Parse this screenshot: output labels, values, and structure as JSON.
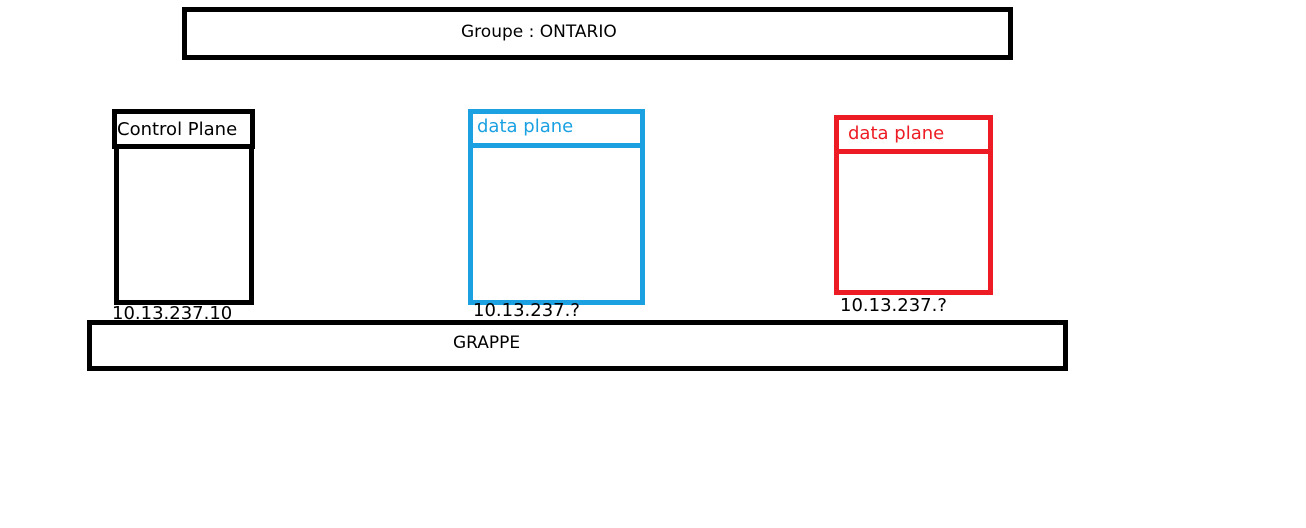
{
  "group": {
    "label": "Groupe : ONTARIO"
  },
  "nodes": [
    {
      "title": "Control Plane",
      "ip": "10.13.237.10",
      "color": "#000000"
    },
    {
      "title": "data plane",
      "ip": "10.13.237.?",
      "color": "#1ba1e2"
    },
    {
      "title": "data plane",
      "ip": "10.13.237.?",
      "color": "#ed1c24"
    }
  ],
  "cluster": {
    "label": "GRAPPE"
  }
}
